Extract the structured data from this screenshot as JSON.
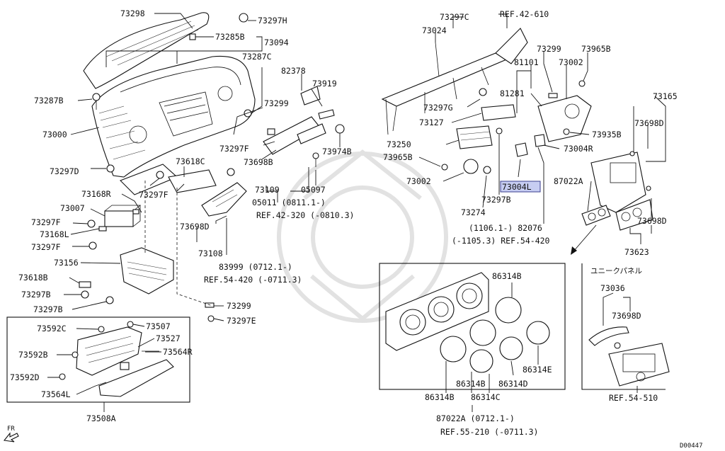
{
  "diagram_code": "D00447",
  "orientation_marker": "FR",
  "inset_unique_panel_title": "ユニークパネル",
  "highlight_color": "#c7cdf2",
  "labels": {
    "p73298": "73298",
    "p73297H": "73297H",
    "p73285B": "73285B",
    "p73094": "73094",
    "p73287C": "73287C",
    "p82378": "82378",
    "p73919": "73919",
    "p73287B": "73287B",
    "p73299a": "73299",
    "p73000": "73000",
    "p73297F_a": "73297F",
    "p73974B": "73974B",
    "p73698B": "73698B",
    "p73618C": "73618C",
    "p73297D": "73297D",
    "p73297F_b": "73297F",
    "p05097": "05097",
    "p73109": "73109",
    "p73168R": "73168R",
    "p05011": "05011 (0811.1-)",
    "p73007": "73007",
    "ref42_320": "REF.42-320 (-0810.3)",
    "p73297F_c": "73297F",
    "p73698D_a": "73698D",
    "p73168L": "73168L",
    "p73297F_d": "73297F",
    "p73108": "73108",
    "p73156": "73156",
    "p83999": "83999 (0712.1-)",
    "p73618B": "73618B",
    "ref54_420a": "REF.54-420 (-0711.3)",
    "p73297B_a": "73297B",
    "p73299b": "73299",
    "p73297B_b": "73297B",
    "p73297E": "73297E",
    "p73592C": "73592C",
    "p73507": "73507",
    "p73527": "73527",
    "p73564R": "73564R",
    "p73592B": "73592B",
    "p73592D": "73592D",
    "p73564L": "73564L",
    "p73508A": "73508A",
    "p73297C": "73297C",
    "ref42_610": "REF.42-610",
    "p73024": "73024",
    "p73299c": "73299",
    "p73965B_a": "73965B",
    "p81101": "81101",
    "p73002_a": "73002",
    "p81281": "81281",
    "p73165": "73165",
    "p73297G": "73297G",
    "p73127": "73127",
    "p73698D_b": "73698D",
    "p73935B": "73935B",
    "p73250": "73250",
    "p73004R": "73004R",
    "p73965B_b": "73965B",
    "p73002_b": "73002",
    "p73004L": "73004L",
    "p87022A": "87022A",
    "p73297B_c": "73297B",
    "p73274": "73274",
    "p73698D_c": "73698D",
    "p82076": "(1106.1-) 82076",
    "ref54_420b": "(-1105.3) REF.54-420",
    "p73623": "73623",
    "p86314B_a": "86314B",
    "p86314E": "86314E",
    "p86314B_b": "86314B",
    "p86314D": "86314D",
    "p86314B_c": "86314B",
    "p86314C": "86314C",
    "p87022A_b": "87022A (0712.1-)",
    "ref55_210": "REF.55-210 (-0711.3)",
    "p73036": "73036",
    "p73698D_d": "73698D",
    "ref54_510": "REF.54-510"
  }
}
